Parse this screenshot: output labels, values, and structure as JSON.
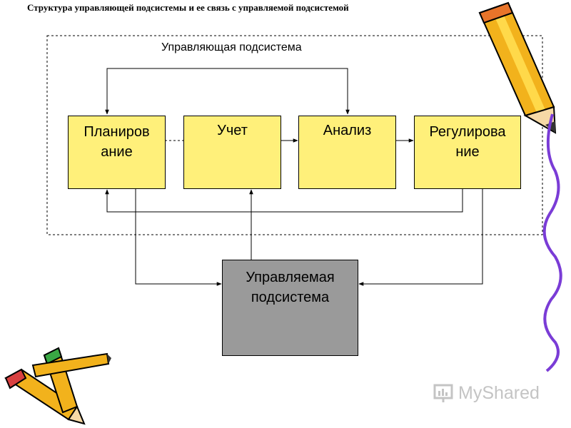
{
  "title": "Структура управляющей подсистемы и ее связь с управляемой подсистемой",
  "control_subsystem_label": "Управляющая подсистема",
  "boxes": {
    "planning": "Планиров ание",
    "planning_line1": "Планиров",
    "planning_line2": "ание",
    "accounting": "Учет",
    "analysis": "Анализ",
    "regulation": "Регулирова ние",
    "regulation_line1": "Регулирова",
    "regulation_line2": "ние",
    "managed": "Управляемая подсистема",
    "managed_line1": "Управляемая",
    "managed_line2": "подсистема"
  },
  "watermark": "MyShared",
  "colors": {
    "box_fill": "#fff07a",
    "managed_fill": "#9a9a9a",
    "line": "#000000"
  },
  "icons": [
    "pencil-icon",
    "crossed-pencils-icon",
    "myshared-logo-icon"
  ]
}
